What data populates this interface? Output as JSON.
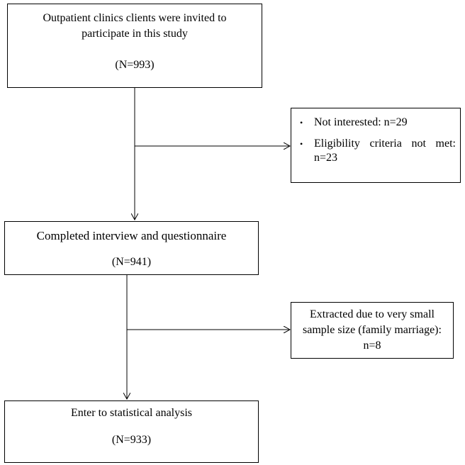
{
  "flow": {
    "step1": {
      "title": "Outpatient clinics clients were invited to participate in this study",
      "count": "(N=993)"
    },
    "exclusion1": {
      "items": [
        "Not interested: n=29",
        "Eligibility criteria not met: n=23"
      ],
      "bullet": "•"
    },
    "step2": {
      "title": "Completed interview and questionnaire",
      "count": "(N=941)"
    },
    "exclusion2": {
      "text": "Extracted due to very small sample size (family marriage): n=8"
    },
    "step3": {
      "title": "Enter to statistical analysis",
      "count": "(N=933)"
    }
  }
}
